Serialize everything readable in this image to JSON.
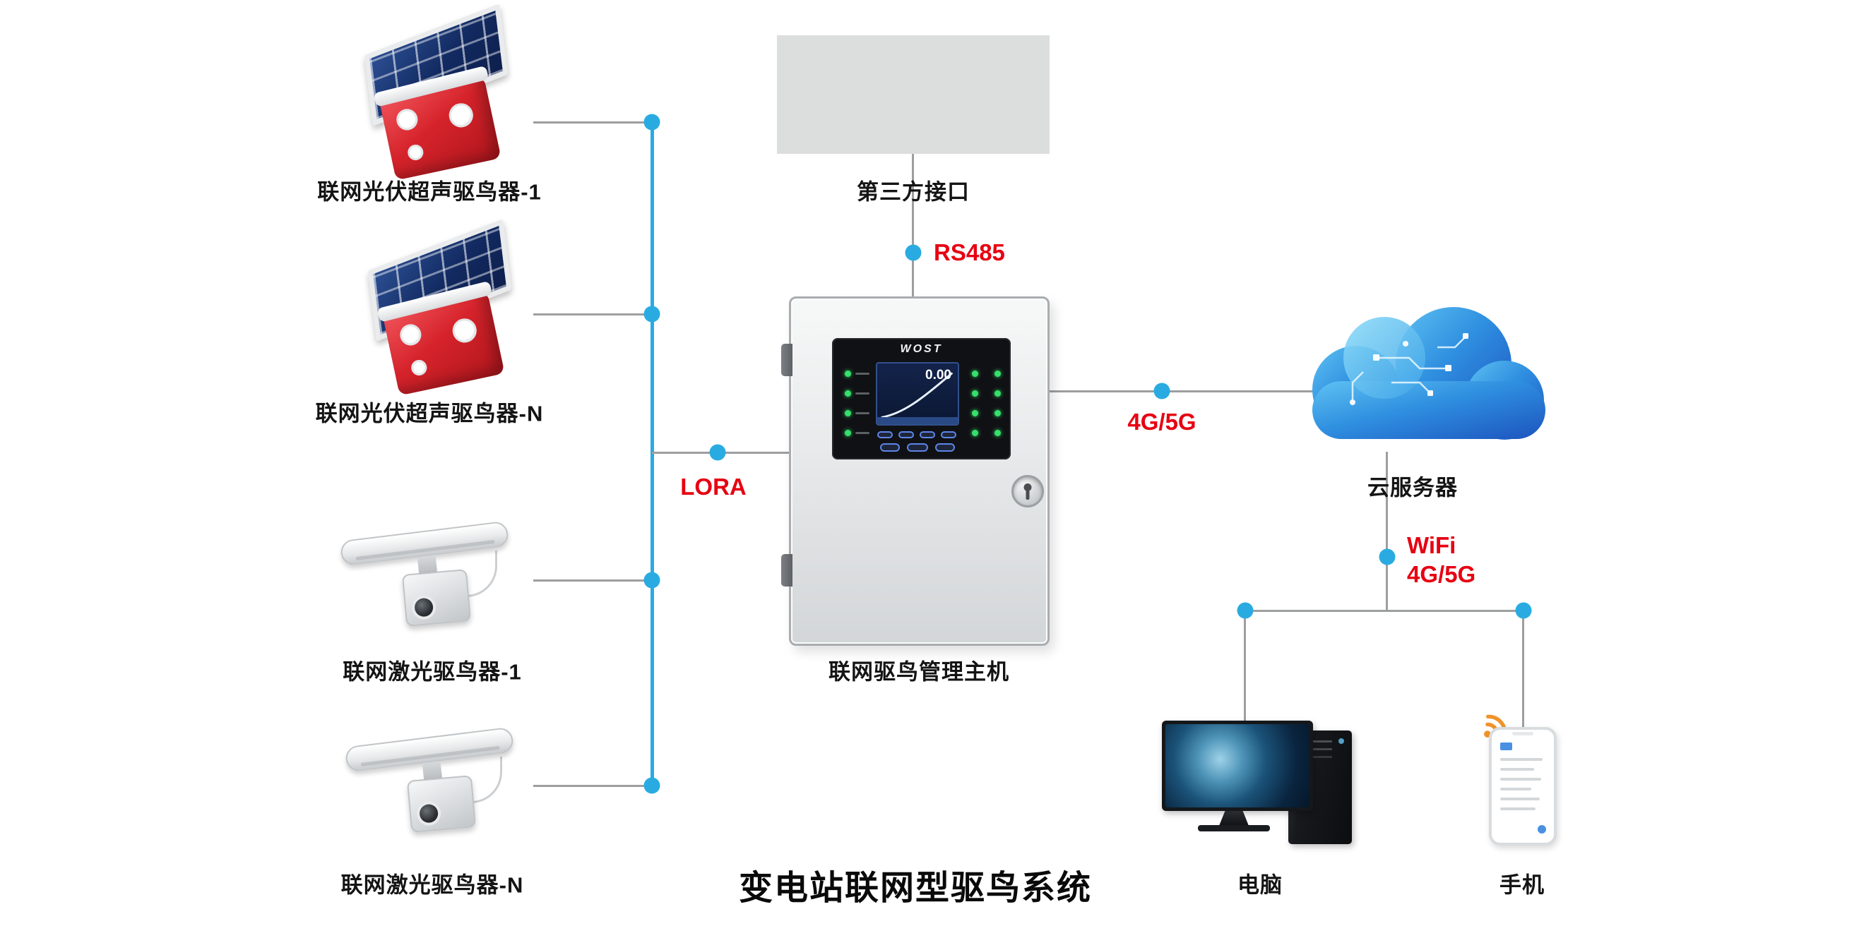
{
  "title": "变电站联网型驱鸟系统",
  "devices": {
    "solar_1": "联网光伏超声驱鸟器-1",
    "solar_n": "联网光伏超声驱鸟器-N",
    "laser_1": "联网激光驱鸟器-1",
    "laser_n": "联网激光驱鸟器-N"
  },
  "third_party": "第三方接口",
  "host": {
    "label": "联网驱鸟管理主机",
    "brand": "WOST",
    "screen_value": "0.00"
  },
  "cloud": "云服务器",
  "endpoints": {
    "computer": "电脑",
    "phone": "手机"
  },
  "links": {
    "rs485": "RS485",
    "lora": "LORA",
    "cellular": "4G/5G",
    "wifi_line1": "WiFi",
    "wifi_line2": "4G/5G"
  },
  "edges": [
    {
      "from": "solar_1",
      "to": "lora_bus"
    },
    {
      "from": "solar_n",
      "to": "lora_bus"
    },
    {
      "from": "laser_1",
      "to": "lora_bus"
    },
    {
      "from": "laser_n",
      "to": "lora_bus"
    },
    {
      "from": "lora_bus",
      "to": "host",
      "label": "LORA"
    },
    {
      "from": "third_party",
      "to": "host",
      "label": "RS485"
    },
    {
      "from": "host",
      "to": "cloud",
      "label": "4G/5G"
    },
    {
      "from": "cloud",
      "to": "computer",
      "label": "WiFi 4G/5G"
    },
    {
      "from": "cloud",
      "to": "phone",
      "label": "WiFi 4G/5G"
    }
  ],
  "colors": {
    "accent_cyan": "#29ABE2",
    "protocol_red": "#E60012",
    "line_gray": "#9d9ea0",
    "device_red": "#d6232b",
    "cloud_blue": "#2f8fe0"
  }
}
